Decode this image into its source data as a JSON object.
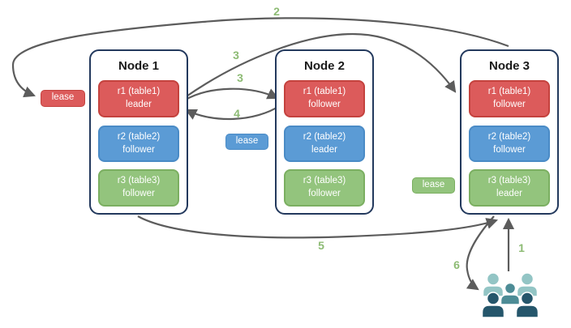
{
  "diagram": {
    "nodes": [
      {
        "title": "Node 1",
        "replicas": [
          {
            "name": "r1 (table1)",
            "role": "leader",
            "color": "red"
          },
          {
            "name": "r2 (table2)",
            "role": "follower",
            "color": "blue"
          },
          {
            "name": "r3 (table3)",
            "role": "follower",
            "color": "green"
          }
        ]
      },
      {
        "title": "Node 2",
        "replicas": [
          {
            "name": "r1 (table1)",
            "role": "follower",
            "color": "red"
          },
          {
            "name": "r2 (table2)",
            "role": "leader",
            "color": "blue"
          },
          {
            "name": "r3 (table3)",
            "role": "follower",
            "color": "green"
          }
        ]
      },
      {
        "title": "Node 3",
        "replicas": [
          {
            "name": "r1 (table1)",
            "role": "follower",
            "color": "red"
          },
          {
            "name": "r2 (table2)",
            "role": "follower",
            "color": "blue"
          },
          {
            "name": "r3 (table3)",
            "role": "leader",
            "color": "green"
          }
        ]
      }
    ],
    "lease_badges": [
      {
        "label": "lease",
        "color": "red"
      },
      {
        "label": "lease",
        "color": "blue"
      },
      {
        "label": "lease",
        "color": "green"
      }
    ],
    "step_labels": {
      "s1": "1",
      "s2": "2",
      "s3a": "3",
      "s3b": "3",
      "s4": "4",
      "s5": "5",
      "s6": "6"
    },
    "icons": {
      "users": "users-group-icon"
    },
    "colors": {
      "red_fill": "#DC5B5B",
      "red_border": "#C4423E",
      "blue_fill": "#5B9BD5",
      "blue_border": "#4A8BC6",
      "green_fill": "#93C47D",
      "green_border": "#7BAF61",
      "node_border": "#23395D",
      "arrow": "#5C5C5C",
      "step_label": "#8DBB74",
      "users_light": "#93C5C5",
      "users_mid": "#4D8C96",
      "users_dark": "#25566B"
    }
  }
}
